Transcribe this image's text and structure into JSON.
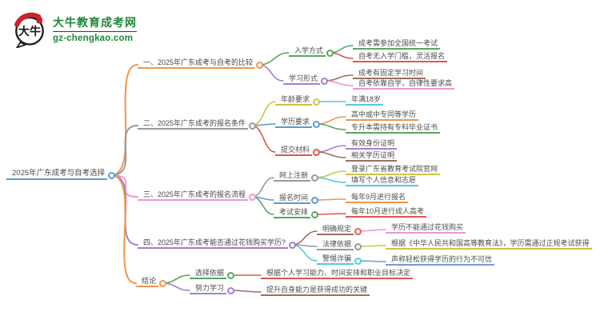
{
  "logo": {
    "mark_text": "大牛",
    "title": "大牛教育成考网",
    "domain": "gz-chengkao.com",
    "title_color": "#1f8838",
    "seal_color": "#c9242b"
  },
  "palette": {
    "blue": "#5b9bd5",
    "orange": "#f2954a",
    "gray": "#939aa1",
    "pink": "#ee95d5",
    "purple": "#a47fd1",
    "green": "#55a860",
    "red": "#e0564f",
    "brown": "#9b6f62",
    "olive": "#cdc449",
    "cyan": "#56c7e3",
    "steel": "#6f9cd4"
  },
  "mindmap": {
    "root": {
      "id": "root",
      "label": "2025年广东成考与自考选择",
      "color": "#5b9bd5",
      "children": [
        {
          "id": "b1",
          "label": "一、2025年广东成考与自考的比较",
          "color": "#f2954a",
          "children": [
            {
              "id": "b1c1",
              "label": "入学方式",
              "color": "#55a860",
              "children": [
                {
                  "id": "b1c1l1",
                  "label": "成考需参加全国统一考试",
                  "color": "#55a860"
                },
                {
                  "id": "b1c1l2",
                  "label": "自考无入学门槛，灵活报名",
                  "color": "#e0564f"
                }
              ]
            },
            {
              "id": "b1c2",
              "label": "学习形式",
              "color": "#a47fd1",
              "children": [
                {
                  "id": "b1c2l1",
                  "label": "成考有固定学习时间",
                  "color": "#9b6f62"
                },
                {
                  "id": "b1c2l2",
                  "label": "自考依靠自学，自律性要求高",
                  "color": "#ee95d5"
                }
              ]
            }
          ]
        },
        {
          "id": "b2",
          "label": "二、2025年广东成考的报名条件",
          "color": "#939aa1",
          "children": [
            {
              "id": "b2c1",
              "label": "年龄要求",
              "color": "#cdc449",
              "children": [
                {
                  "id": "b2c1l1",
                  "label": "年满18岁",
                  "color": "#56c7e3"
                }
              ]
            },
            {
              "id": "b2c2",
              "label": "学历要求",
              "color": "#5b9bd5",
              "children": [
                {
                  "id": "b2c2l1",
                  "label": "高中或中专同等学历",
                  "color": "#f2954a"
                },
                {
                  "id": "b2c2l2",
                  "label": "专升本需持有专科毕业证书",
                  "color": "#55a860"
                }
              ]
            },
            {
              "id": "b2c3",
              "label": "提交材料",
              "color": "#e0564f",
              "children": [
                {
                  "id": "b2c3l1",
                  "label": "有效身份证明",
                  "color": "#a47fd1"
                },
                {
                  "id": "b2c3l2",
                  "label": "相关学历证明",
                  "color": "#9b6f62"
                }
              ]
            }
          ]
        },
        {
          "id": "b3",
          "label": "三、2025年广东成考的报名流程",
          "color": "#ee95d5",
          "children": [
            {
              "id": "b3c1",
              "label": "网上注册",
              "color": "#939aa1",
              "children": [
                {
                  "id": "b3c1l1",
                  "label": "登录广东省教育考试院官网",
                  "color": "#cdc449"
                },
                {
                  "id": "b3c1l2",
                  "label": "填写个人信息和志愿",
                  "color": "#56c7e3"
                }
              ]
            },
            {
              "id": "b3c2",
              "label": "报名时间",
              "color": "#5b9bd5",
              "children": [
                {
                  "id": "b3c2l1",
                  "label": "每年9月进行报名",
                  "color": "#f2954a"
                }
              ]
            },
            {
              "id": "b3c3",
              "label": "考试安排",
              "color": "#55a860",
              "children": [
                {
                  "id": "b3c3l1",
                  "label": "每年10月进行成人高考",
                  "color": "#e0564f"
                }
              ]
            }
          ]
        },
        {
          "id": "b4",
          "label": "四、2025年广东成考能否通过花钱购买学历?",
          "color": "#a47fd1",
          "children": [
            {
              "id": "b4c1",
              "label": "明确规定",
              "color": "#9b6f62",
              "circle": "#e0635f",
              "children": [
                {
                  "id": "b4c1l1",
                  "label": "学历不能通过花钱购买",
                  "color": "#ee95d5"
                }
              ]
            },
            {
              "id": "b4c2",
              "label": "法律依据",
              "color": "#939aa1",
              "children": [
                {
                  "id": "b4c2l1",
                  "label": "根据《中华人民共和国高等教育法》，学历需通过正规考试获得",
                  "color": "#cdc449"
                }
              ]
            },
            {
              "id": "b4c3",
              "label": "警惕诈骗",
              "color": "#56c7e3",
              "children": [
                {
                  "id": "b4c3l1",
                  "label": "声称轻松获得学历的行为不可信",
                  "color": "#6f9cd4"
                }
              ]
            }
          ]
        },
        {
          "id": "b5",
          "label": "结论",
          "color": "#f2954a",
          "children": [
            {
              "id": "b5c1",
              "label": "选择依据",
              "color": "#55a860",
              "children": [
                {
                  "id": "b5c1l1",
                  "label": "根据个人学习能力、时间安排和职业目标决定",
                  "color": "#e0564f"
                }
              ]
            },
            {
              "id": "b5c2",
              "label": "努力学习",
              "color": "#a47fd1",
              "children": [
                {
                  "id": "b5c2l1",
                  "label": "提升自身能力是获得成功的关键",
                  "color": "#9b6f62"
                }
              ]
            }
          ]
        }
      ]
    }
  }
}
